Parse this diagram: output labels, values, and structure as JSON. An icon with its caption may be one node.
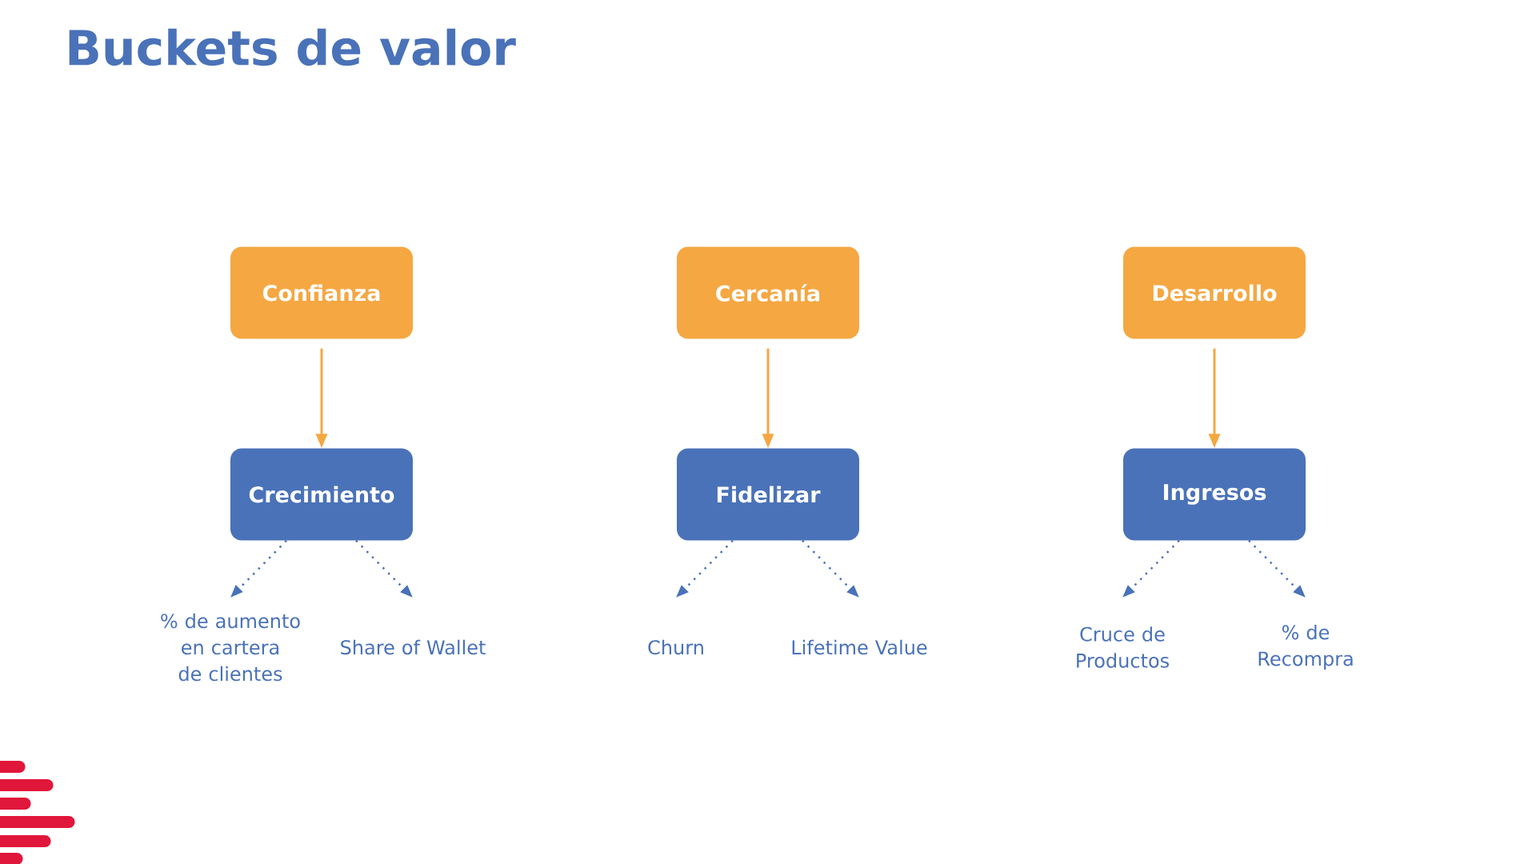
{
  "diagram": {
    "title": "Buckets de valor",
    "nodes": [
      {
        "text": [
          "Confianza"
        ]
      },
      {
        "text": [
          "Cercanía"
        ]
      },
      {
        "text": [
          "Desarrollo"
        ]
      },
      {
        "text": [
          "Crecimiento"
        ]
      },
      {
        "text": [
          "Fidelizar"
        ]
      },
      {
        "text": [
          "Ingresos"
        ]
      },
      {
        "text": [
          "% de aumento en cartera de clientes"
        ]
      },
      {
        "text": [
          "Share of Wallet"
        ]
      },
      {
        "text": [
          "Churn"
        ]
      },
      {
        "text": [
          "Lifetime Value"
        ]
      },
      {
        "text": [
          "Cruce de Productos"
        ]
      },
      {
        "text": [
          "% de Recompra"
        ]
      }
    ],
    "edges": [
      {
        "from": 0,
        "to": 3,
        "arrow": "to",
        "color": "#f5a742"
      },
      {
        "from": 1,
        "to": 4,
        "arrow": "to",
        "color": "#f5a742"
      },
      {
        "from": 2,
        "to": 5,
        "arrow": "to",
        "color": "#f5a742"
      },
      {
        "from": 3,
        "to": 6,
        "arrow": "to",
        "style": "dashed"
      },
      {
        "from": 3,
        "to": 7,
        "arrow": "to",
        "style": "dashed"
      },
      {
        "from": 4,
        "to": 8,
        "arrow": "to",
        "style": "dashed"
      },
      {
        "from": 4,
        "to": 9,
        "arrow": "to",
        "style": "dashed"
      },
      {
        "from": 5,
        "to": 10,
        "arrow": "to",
        "style": "dashed"
      },
      {
        "from": 5,
        "to": 11,
        "arrow": "to",
        "style": "dashed"
      }
    ]
  }
}
